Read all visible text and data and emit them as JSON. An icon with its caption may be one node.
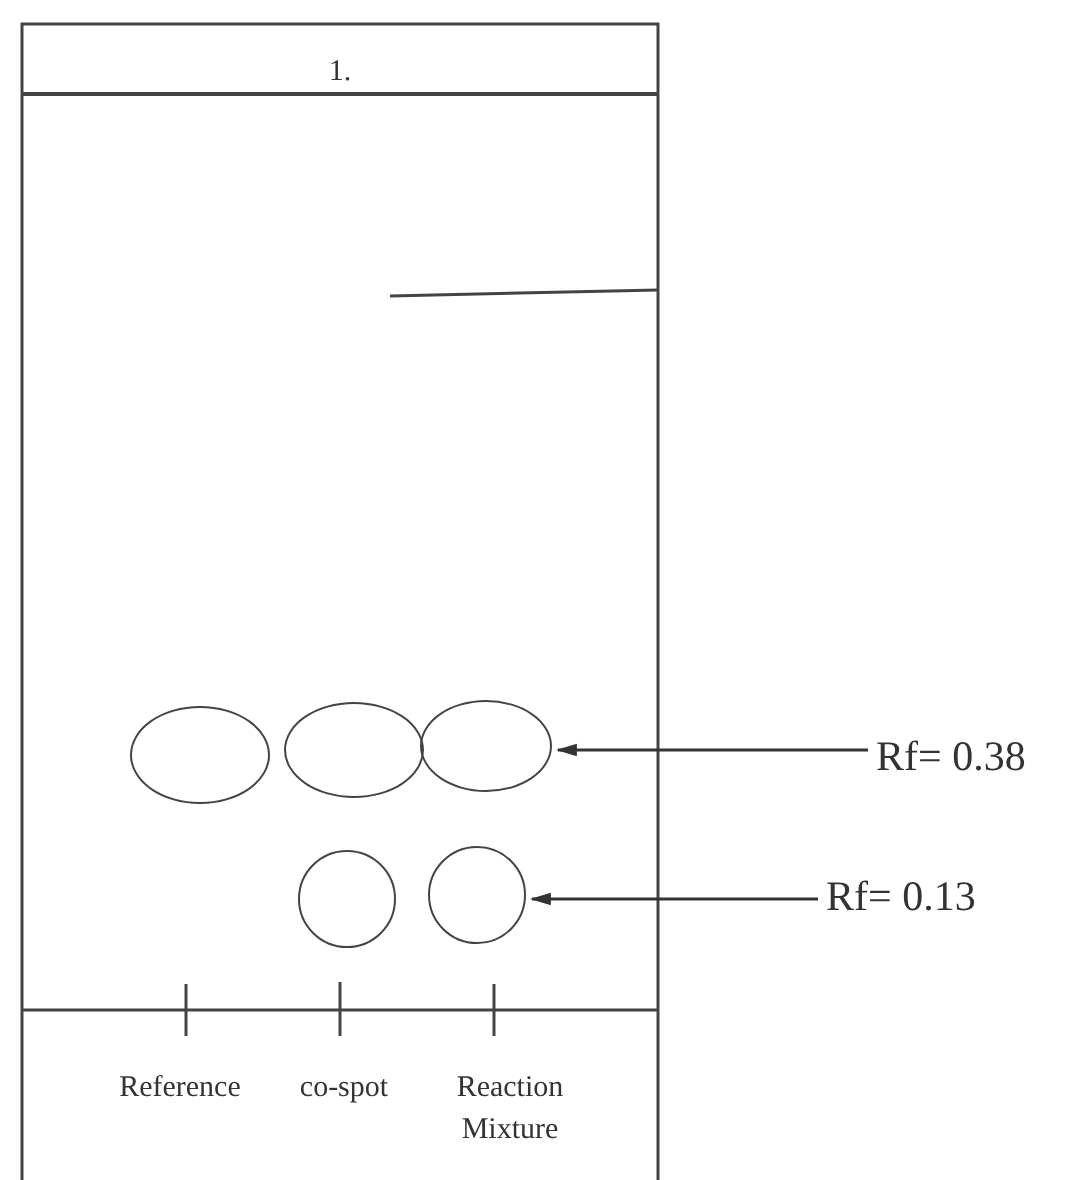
{
  "diagram": {
    "nodes": [
      {
        "text": [],
        "shape": "ellipse"
      },
      {
        "text": [],
        "shape": "ellipse"
      },
      {
        "text": [],
        "shape": "ellipse"
      },
      {
        "text": [
          "Rf= 0.38"
        ]
      },
      {
        "text": [],
        "shape": "circle"
      },
      {
        "text": [],
        "shape": "circle"
      },
      {
        "text": [
          "Rf= 0.13"
        ]
      }
    ],
    "edges": [
      {
        "from": 3,
        "to": 2,
        "arrow": "to"
      },
      {
        "from": 6,
        "to": 5,
        "arrow": "to"
      }
    ],
    "labels": [
      "1.",
      "Reference",
      "co-spot",
      "Reaction Mixture"
    ]
  }
}
